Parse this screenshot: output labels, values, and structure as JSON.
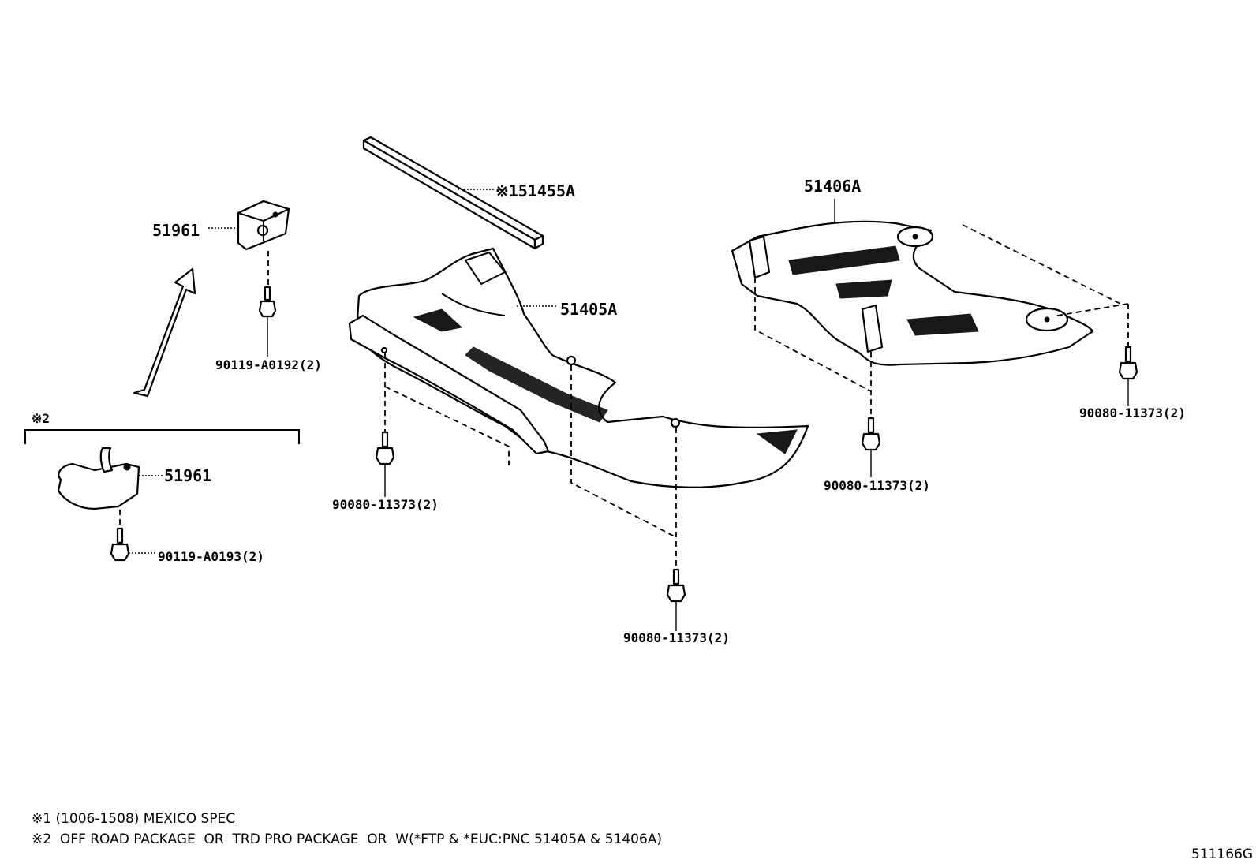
{
  "callouts": {
    "seal_151455a": "※151455A",
    "bracket_51961_upper": "51961",
    "bolt_upper_left": "90119-A0192(2)",
    "cover_51405a": "51405A",
    "bolt_front_left": "90080-11373(2)",
    "bolt_front_center": "90080-11373(2)",
    "cover_51406a": "51406A",
    "bolt_rear_center": "90080-11373(2)",
    "bolt_rear_right": "90080-11373(2)",
    "note2_marker": "※2",
    "bracket_51961_lower": "51961",
    "bolt_lower_left": "90119-A0193(2)"
  },
  "footnotes": {
    "note1": "※1 (1006-1508) MEXICO SPEC",
    "note2": "※2  OFF ROAD PACKAGE  OR  TRD PRO PACKAGE  OR  W(*FTP & *EUC:PNC 51405A & 51406A)"
  },
  "illustration_code": "511166G"
}
